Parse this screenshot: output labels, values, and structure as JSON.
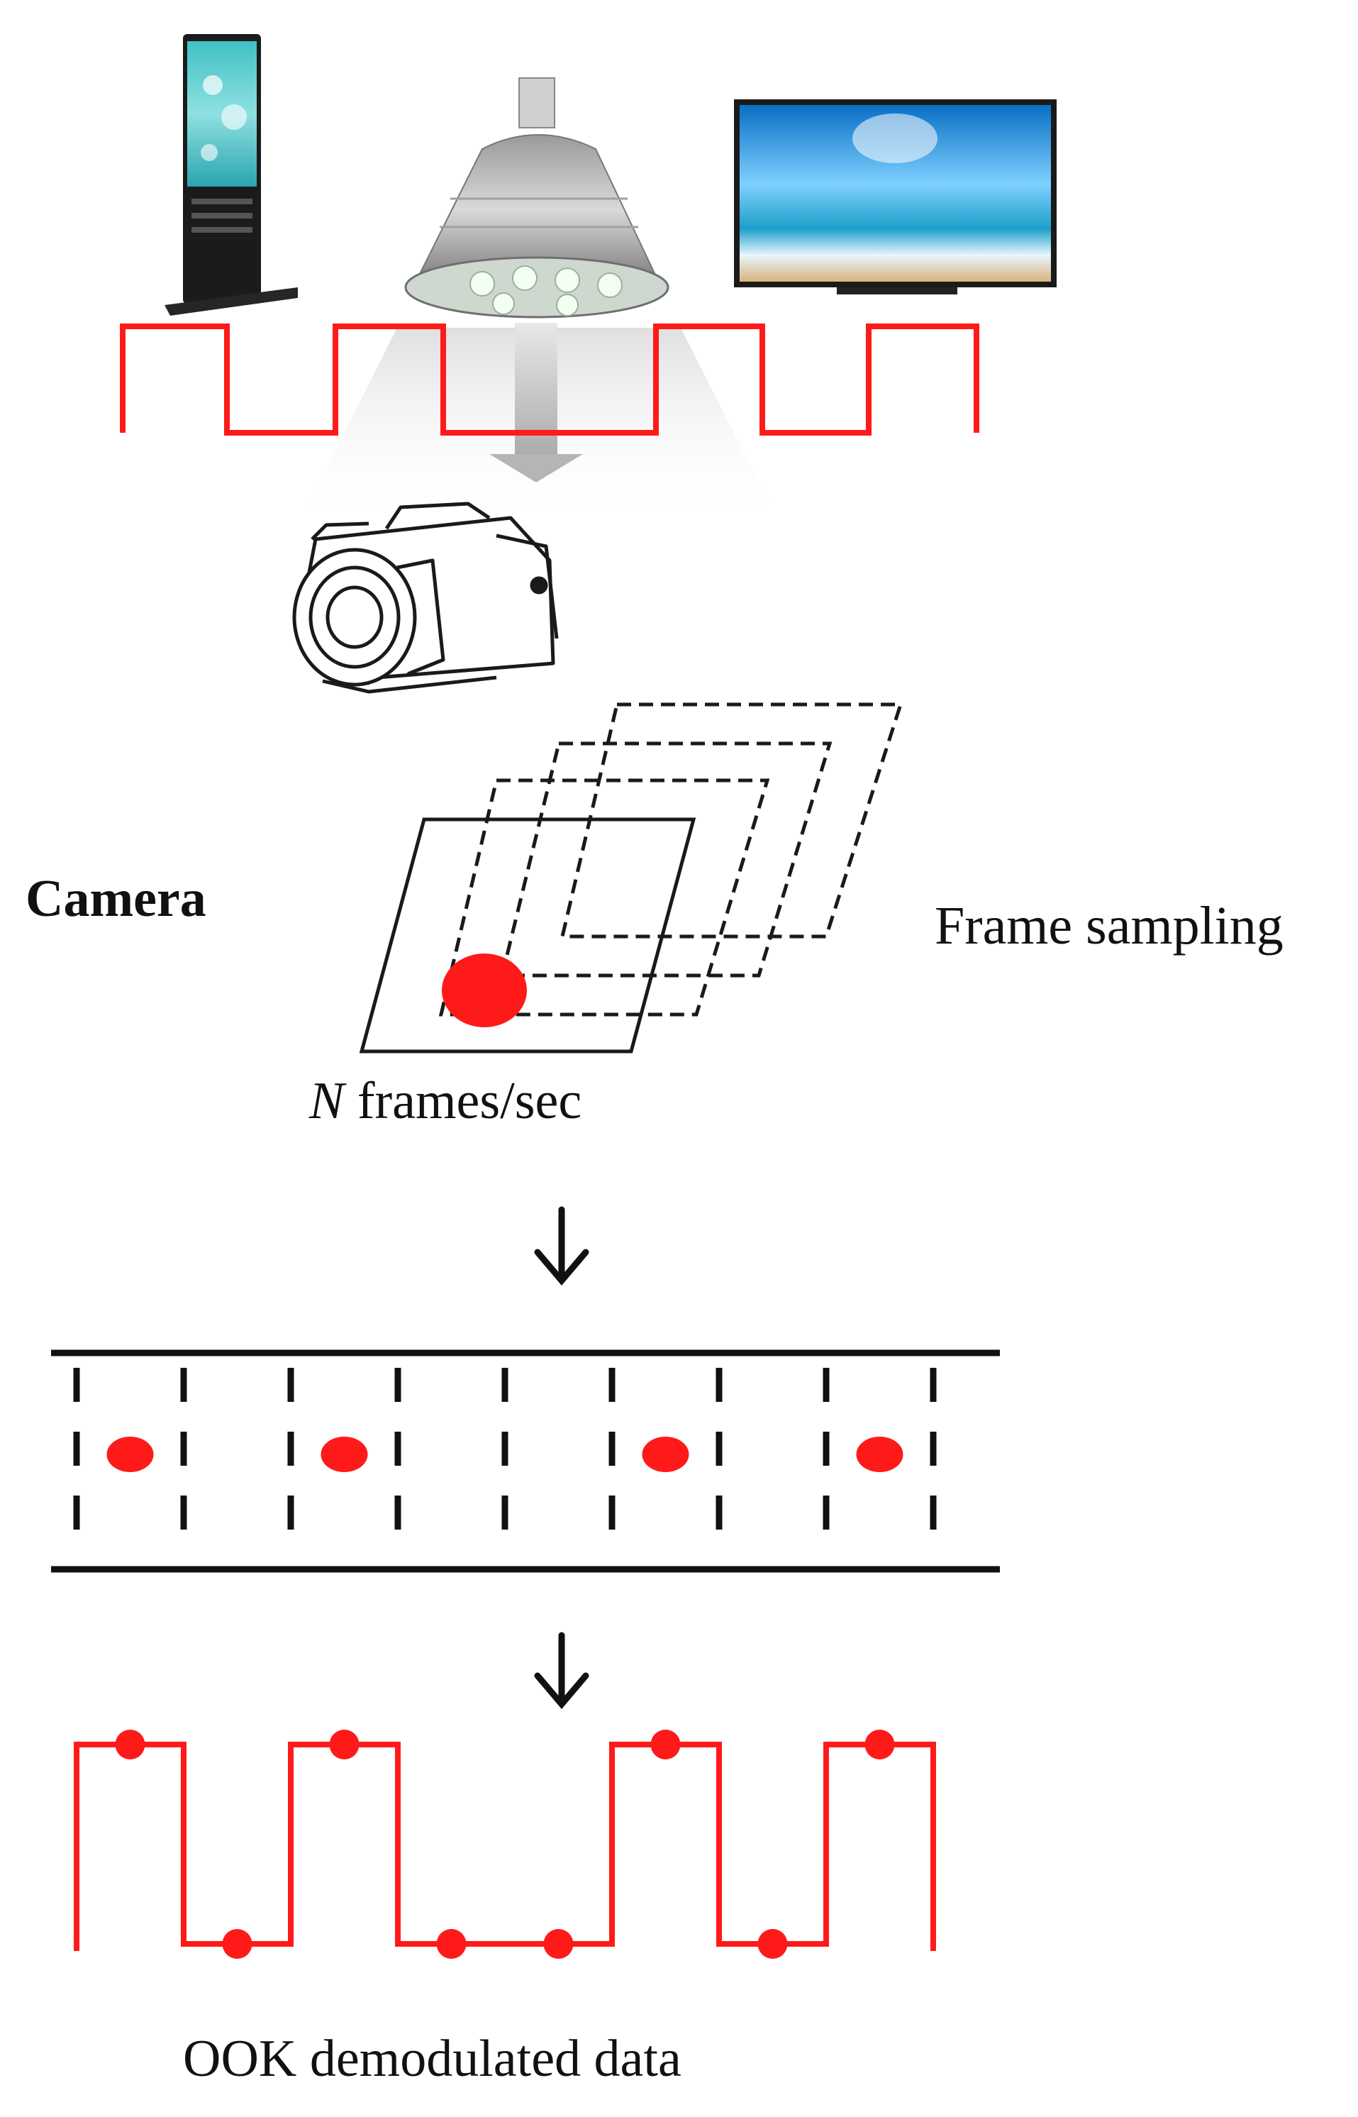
{
  "labels": {
    "camera": "Camera",
    "frame_sampling": "Frame sampling",
    "frames_var": "N",
    "frames_rest": " frames/sec",
    "ook": "OOK demodulated data"
  },
  "bits": [
    1,
    0,
    1,
    0,
    0,
    1,
    0,
    1
  ],
  "colors": {
    "signal": "#ff1a1a",
    "outline": "#111111"
  }
}
